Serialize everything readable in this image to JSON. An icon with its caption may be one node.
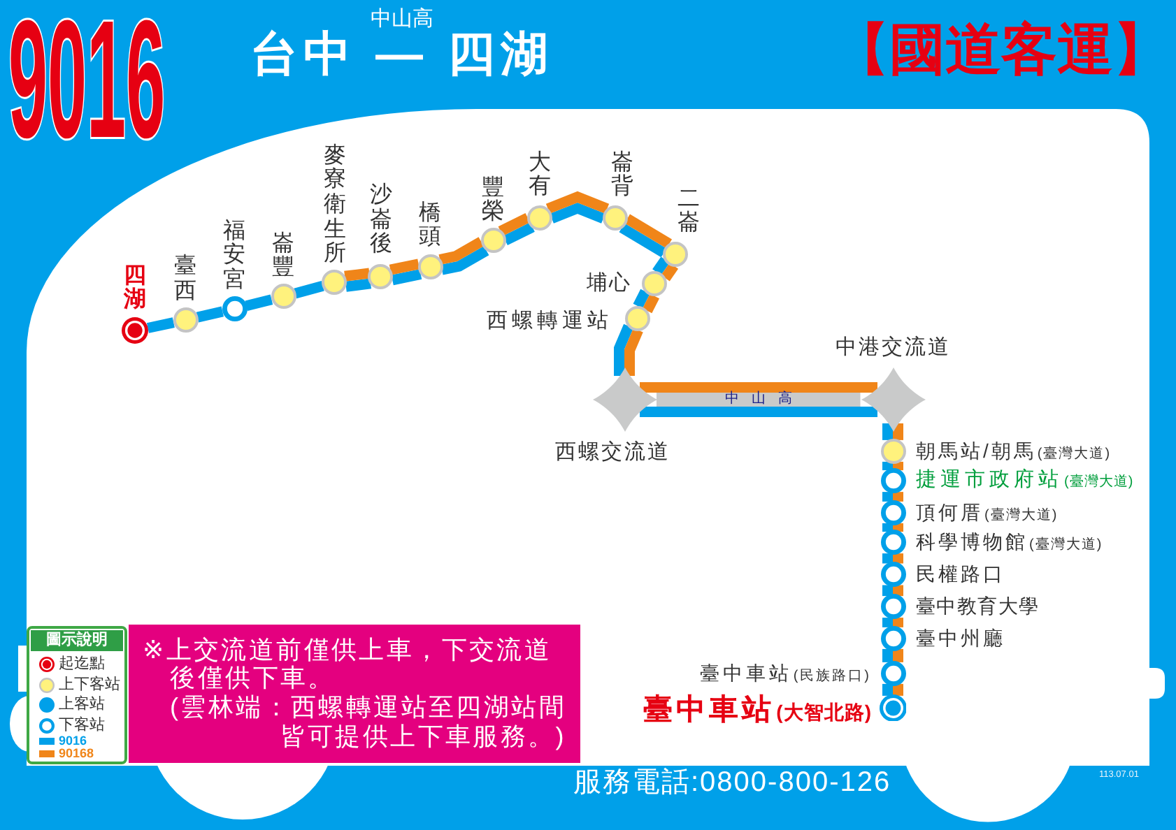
{
  "diagram": {
    "title": "台中 — 四湖",
    "nodes": [
      {
        "text": [
          "四湖"
        ]
      },
      {
        "text": [
          "臺西"
        ]
      },
      {
        "text": [
          "福安宮"
        ]
      },
      {
        "text": [
          "崙豐"
        ]
      },
      {
        "text": [
          "麥寮衛生所"
        ]
      },
      {
        "text": [
          "沙崙後"
        ]
      },
      {
        "text": [
          "橋頭"
        ]
      },
      {
        "text": [
          "豐榮"
        ]
      },
      {
        "text": [
          "大有"
        ]
      },
      {
        "text": [
          "崙背"
        ]
      },
      {
        "text": [
          "二崙"
        ]
      },
      {
        "text": [
          "埔心"
        ]
      },
      {
        "text": [
          "西螺轉運站"
        ]
      },
      {
        "text": [
          "西螺交流道"
        ]
      },
      {
        "text": [
          "中港交流道"
        ]
      },
      {
        "text": [
          "朝馬站/朝馬",
          "(臺灣大道)"
        ]
      },
      {
        "text": [
          "捷運市政府站",
          "(臺灣大道)"
        ]
      },
      {
        "text": [
          "頂何厝",
          "(臺灣大道)"
        ]
      },
      {
        "text": [
          "科學博物館",
          "(臺灣大道)"
        ]
      },
      {
        "text": [
          "民權路口"
        ]
      },
      {
        "text": [
          "臺中教育大學"
        ]
      },
      {
        "text": [
          "臺中州廳"
        ]
      },
      {
        "text": [
          "臺中車站",
          "(民族路口)"
        ]
      },
      {
        "text": [
          "臺中車站",
          "(大智北路)"
        ]
      },
      {
        "text": [
          "※上交流道前僅供上車，下交流道後僅供下車。",
          "(雲林端：西螺轉運站至四湖站間皆可提供上下車服務。)"
        ]
      }
    ],
    "edges": [
      {
        "from": 0,
        "to": 1,
        "arrow": "none"
      },
      {
        "from": 1,
        "to": 2,
        "arrow": "none"
      },
      {
        "from": 2,
        "to": 3,
        "arrow": "none"
      },
      {
        "from": 3,
        "to": 4,
        "arrow": "none"
      },
      {
        "from": 4,
        "to": 5,
        "arrow": "none"
      },
      {
        "from": 4,
        "to": 5,
        "arrow": "none",
        "color": "#f08519"
      },
      {
        "from": 5,
        "to": 6,
        "arrow": "none"
      },
      {
        "from": 5,
        "to": 6,
        "arrow": "none",
        "color": "#f08519"
      },
      {
        "from": 6,
        "to": 7,
        "arrow": "none"
      },
      {
        "from": 6,
        "to": 7,
        "arrow": "none",
        "color": "#f08519"
      },
      {
        "from": 7,
        "to": 8,
        "arrow": "none"
      },
      {
        "from": 7,
        "to": 8,
        "arrow": "none",
        "color": "#f08519"
      },
      {
        "from": 8,
        "to": 9,
        "arrow": "none"
      },
      {
        "from": 8,
        "to": 9,
        "arrow": "none",
        "color": "#f08519"
      },
      {
        "from": 9,
        "to": 10,
        "arrow": "none"
      },
      {
        "from": 9,
        "to": 10,
        "arrow": "none",
        "color": "#f08519"
      },
      {
        "from": 10,
        "to": 11,
        "arrow": "none"
      },
      {
        "from": 10,
        "to": 11,
        "arrow": "none",
        "color": "#f08519"
      },
      {
        "from": 11,
        "to": 12,
        "arrow": "none"
      },
      {
        "from": 11,
        "to": 12,
        "arrow": "none",
        "color": "#f08519"
      },
      {
        "from": 12,
        "to": 13,
        "arrow": "none"
      },
      {
        "from": 12,
        "to": 13,
        "arrow": "none",
        "color": "#f08519"
      },
      {
        "from": 13,
        "to": 14,
        "arrow": "none"
      },
      {
        "from": 13,
        "to": 14,
        "arrow": "none",
        "label": "中山高",
        "color": "#c9caca"
      },
      {
        "from": 13,
        "to": 14,
        "arrow": "none",
        "color": "#f08519"
      },
      {
        "from": 14,
        "to": 15,
        "arrow": "none"
      },
      {
        "from": 14,
        "to": 15,
        "arrow": "none",
        "color": "#f08519"
      },
      {
        "from": 15,
        "to": 16,
        "arrow": "none"
      },
      {
        "from": 15,
        "to": 16,
        "arrow": "none",
        "color": "#f08519"
      },
      {
        "from": 16,
        "to": 17,
        "arrow": "none"
      },
      {
        "from": 16,
        "to": 17,
        "arrow": "none",
        "color": "#f08519"
      },
      {
        "from": 17,
        "to": 18,
        "arrow": "none"
      },
      {
        "from": 17,
        "to": 18,
        "arrow": "none",
        "color": "#f08519"
      },
      {
        "from": 18,
        "to": 19,
        "arrow": "none"
      },
      {
        "from": 18,
        "to": 19,
        "arrow": "none",
        "color": "#f08519"
      },
      {
        "from": 19,
        "to": 20,
        "arrow": "none"
      },
      {
        "from": 19,
        "to": 20,
        "arrow": "none",
        "color": "#f08519"
      },
      {
        "from": 20,
        "to": 21,
        "arrow": "none"
      },
      {
        "from": 20,
        "to": 21,
        "arrow": "none",
        "color": "#f08519"
      },
      {
        "from": 21,
        "to": 22,
        "arrow": "none"
      },
      {
        "from": 21,
        "to": 22,
        "arrow": "none",
        "color": "#f08519"
      },
      {
        "from": 22,
        "to": 23,
        "arrow": "none"
      },
      {
        "from": 22,
        "to": 23,
        "arrow": "none",
        "color": "#f08519"
      }
    ],
    "labels": [
      "9016",
      "中山高",
      "【國道客運】",
      "圖示說明",
      "服務電話:0800-800-126",
      "113.07.01"
    ],
    "legend": [
      {
        "text": "起迄點"
      },
      {
        "text": "上下客站"
      },
      {
        "text": "上客站"
      },
      {
        "text": "下客站"
      },
      {
        "text": "9016",
        "color": "#00a0e9"
      },
      {
        "text": "90168",
        "color": "#f08519"
      }
    ]
  }
}
